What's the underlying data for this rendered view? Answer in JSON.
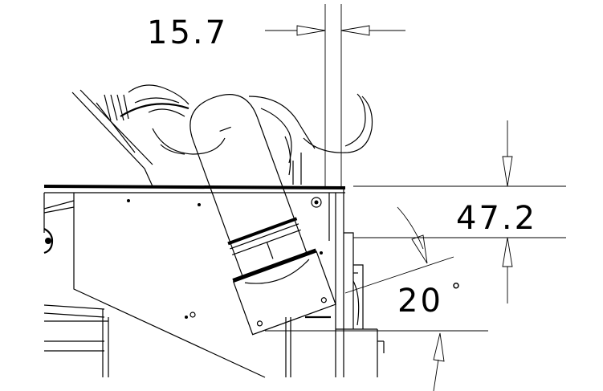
{
  "dimensions": {
    "gap_width": "15.7",
    "height_offset": "47.2",
    "tilt_angle": "20",
    "angle_unit": "°"
  }
}
